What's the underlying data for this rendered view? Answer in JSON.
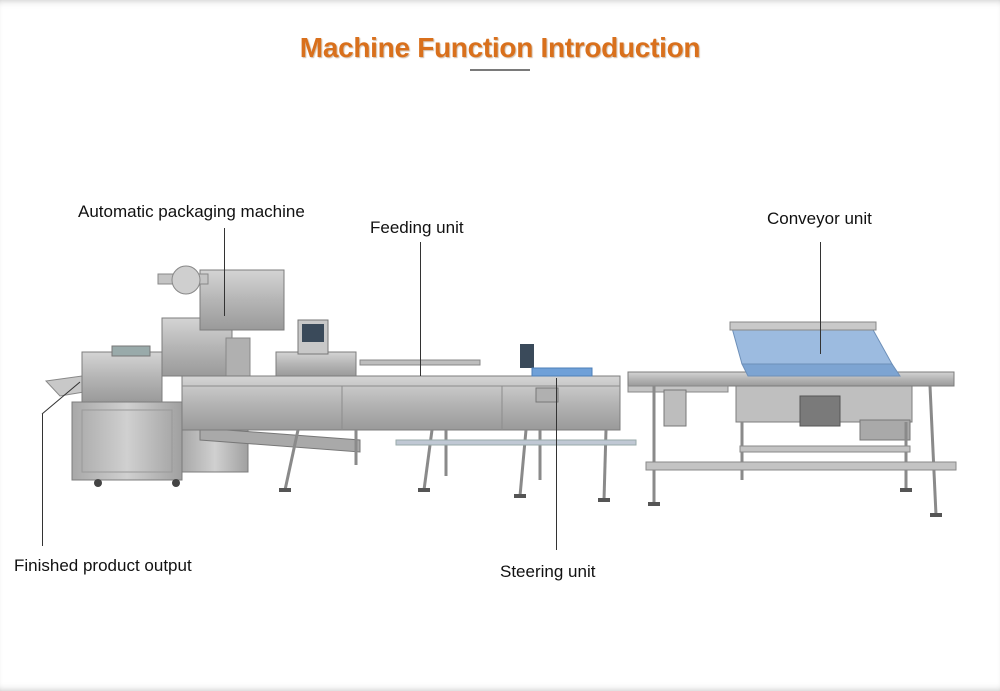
{
  "title": "Machine Function Introduction",
  "colors": {
    "title": "#d9701c",
    "underline": "#7a7a7a",
    "steel": "#b9b9b9",
    "steel_dark": "#8e8e8e",
    "belt_blue": "#8fb3d9"
  },
  "labels": {
    "packaging": "Automatic packaging machine",
    "feeding": "Feeding unit",
    "conveyor": "Conveyor unit",
    "output": "Finished product output",
    "steering": "Steering unit"
  }
}
